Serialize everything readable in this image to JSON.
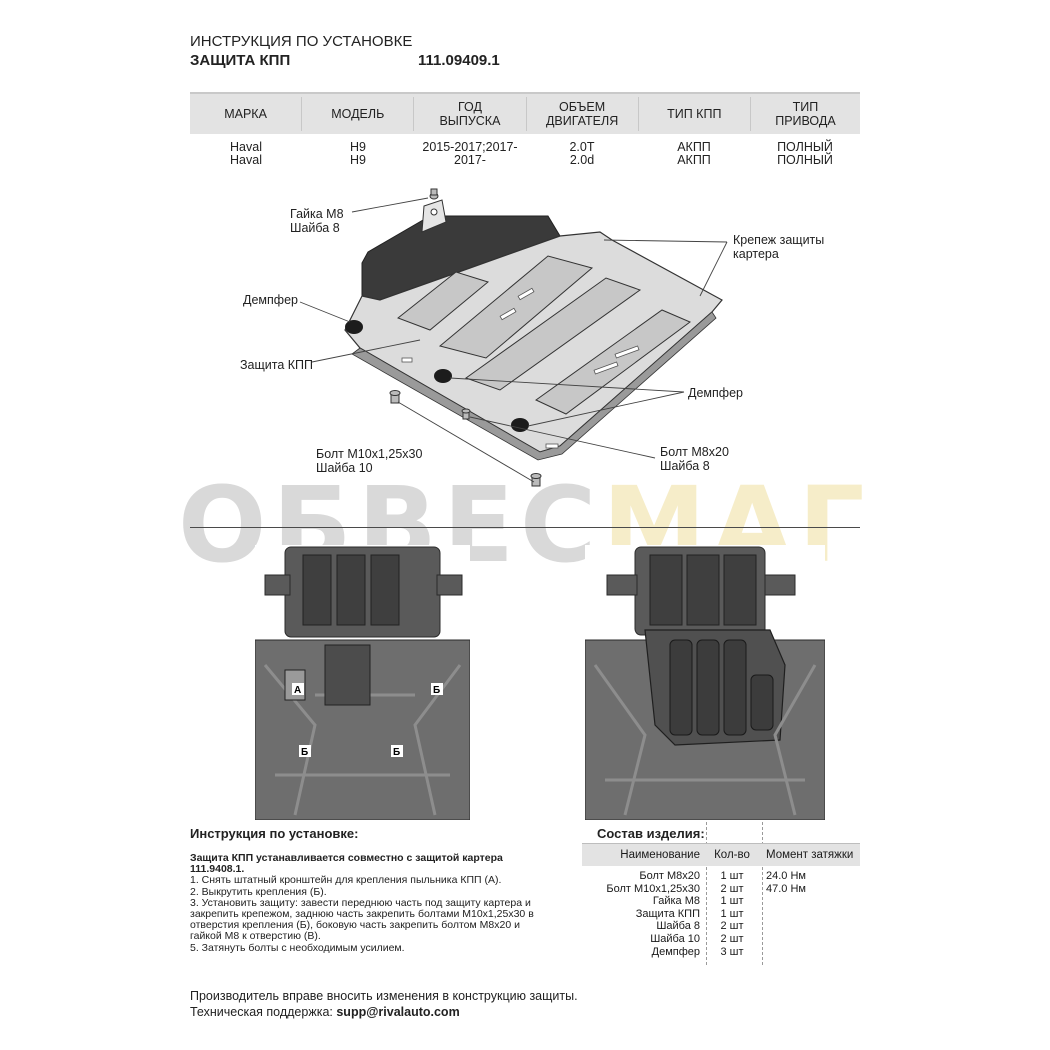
{
  "header": {
    "line1": "ИНСТРУКЦИЯ ПО УСТАНОВКЕ",
    "line2": "ЗАЩИТА КПП",
    "article": "111.09409.1"
  },
  "spec_table": {
    "columns": [
      [
        "МАРКА"
      ],
      [
        "МОДЕЛЬ"
      ],
      [
        "ГОД",
        "ВЫПУСКА"
      ],
      [
        "ОБЪЕМ",
        "ДВИГАТЕЛЯ"
      ],
      [
        "ТИП КПП"
      ],
      [
        "ТИП",
        "ПРИВОДА"
      ]
    ],
    "rows": [
      [
        "Haval",
        "H9",
        "2015-2017;2017-",
        "2.0T",
        "АКПП",
        "ПОЛНЫЙ"
      ],
      [
        "Haval",
        "H9",
        "2017-",
        "2.0d",
        "АКПП",
        "ПОЛНЫЙ"
      ]
    ]
  },
  "diagram": {
    "labels": {
      "nut": [
        "Гайка М8",
        "Шайба 8"
      ],
      "fastener": [
        "Крепеж защиты",
        "картера"
      ],
      "damper_left": "Демпфер",
      "guard": "Защита КПП",
      "damper_right": "Демпфер",
      "bolt_m10": [
        "Болт М10х1,25х30",
        "Шайба 10"
      ],
      "bolt_m8": [
        "Болт М8х20",
        "Шайба 8"
      ]
    }
  },
  "watermark": {
    "part1": "ОБВЕС",
    "part2": "МАГ"
  },
  "photos": {
    "left_markers": [
      "А",
      "Б",
      "Б",
      "Б"
    ]
  },
  "instructions": {
    "title": "Инструкция по установке:",
    "lead": "Защита КПП устанавливается совместно с защитой картера",
    "lead2": "111.9408.1.",
    "steps": [
      "1. Снять штатный кронштейн для крепления пыльника КПП (А).",
      "2. Выкрутить крепления (Б).",
      "3. Установить защиту: завести переднюю часть под защиту картера и",
      "закрепить крепежом, заднюю часть закрепить болтами М10х1,25х30 в",
      "отверстия крепления (Б), боковую часть закрепить болтом М8х20 и",
      "гайкой М8 к отверстию (В).",
      "5. Затянуть болты с необходимым усилием."
    ]
  },
  "composition": {
    "title": "Состав изделия:",
    "headers": [
      "Наименование",
      "Кол-во",
      "Момент затяжки"
    ],
    "rows": [
      [
        "Болт М8х20",
        "1 шт",
        "24.0 Нм"
      ],
      [
        "Болт М10х1,25х30",
        "2 шт",
        "47.0 Нм"
      ],
      [
        "Гайка М8",
        "1 шт",
        ""
      ],
      [
        "Защита КПП",
        "1 шт",
        ""
      ],
      [
        "Шайба 8",
        "2 шт",
        ""
      ],
      [
        "Шайба 10",
        "2 шт",
        ""
      ],
      [
        "Демпфер",
        "3 шт",
        ""
      ]
    ]
  },
  "footer": {
    "note": "Производитель вправе вносить изменения в конструкцию защиты.",
    "support_label": "Техническая поддержка:",
    "support_email": "supp@rivalauto.com"
  }
}
